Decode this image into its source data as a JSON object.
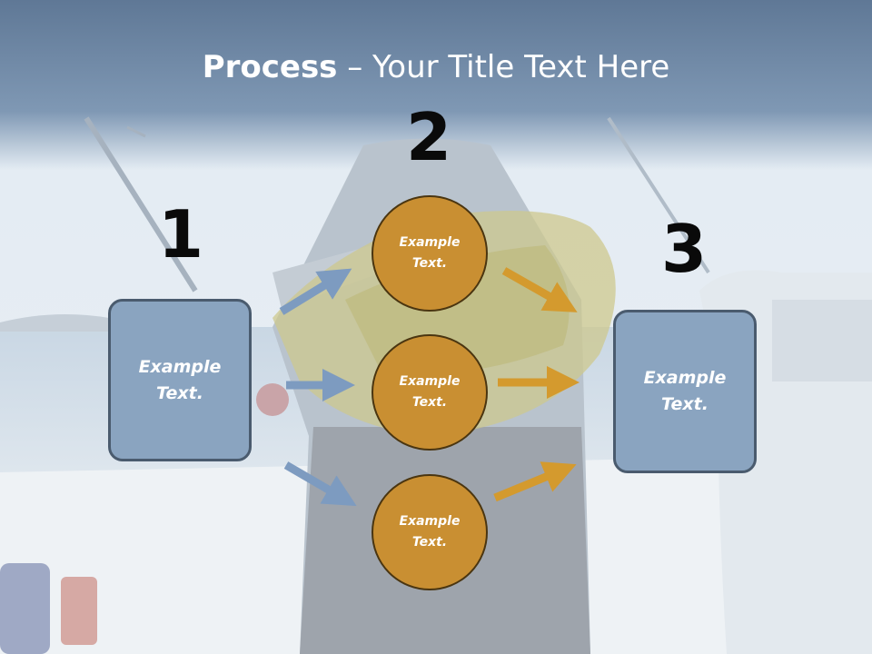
{
  "slide": {
    "title_bold": "Process",
    "title_rest": " – Your Title Text Here",
    "step_numbers": [
      "1",
      "2",
      "3"
    ],
    "left_box": {
      "label": "Example\nText."
    },
    "right_box": {
      "label": "Example\nText."
    },
    "circles": [
      {
        "label": "Example\nText."
      },
      {
        "label": "Example\nText."
      },
      {
        "label": "Example\nText."
      }
    ]
  },
  "colors": {
    "box_fill": "#8aa4c0",
    "circle_fill": "#c98f32",
    "arrow_blue": "#7d9bc0",
    "arrow_gold": "#d49a2e",
    "header_band": "#647e9c"
  }
}
